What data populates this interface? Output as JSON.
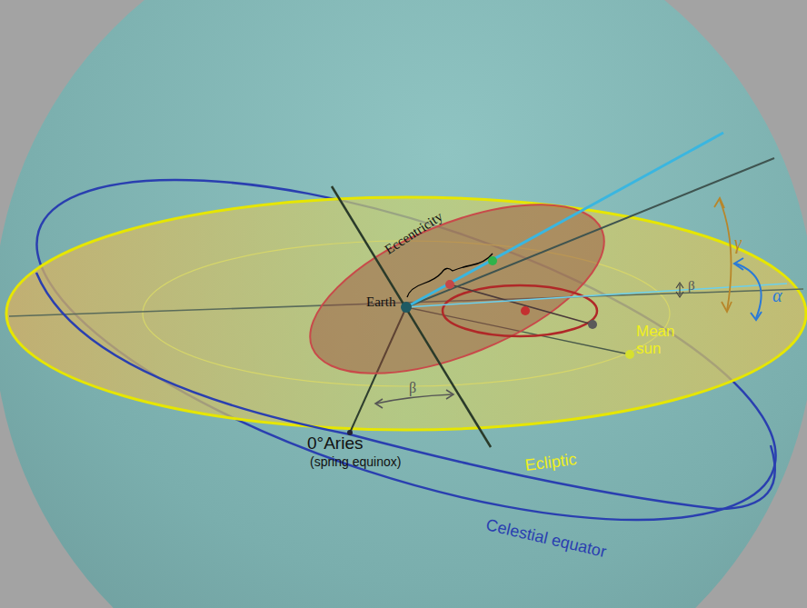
{
  "diagram": {
    "labels": [
      "Eccentricity",
      "γ",
      "α",
      "Earth",
      "β",
      "Mean sun",
      "β",
      "0°Aries",
      "(spring equinox)",
      "Ecliptic",
      "Celestial equator"
    ]
  }
}
